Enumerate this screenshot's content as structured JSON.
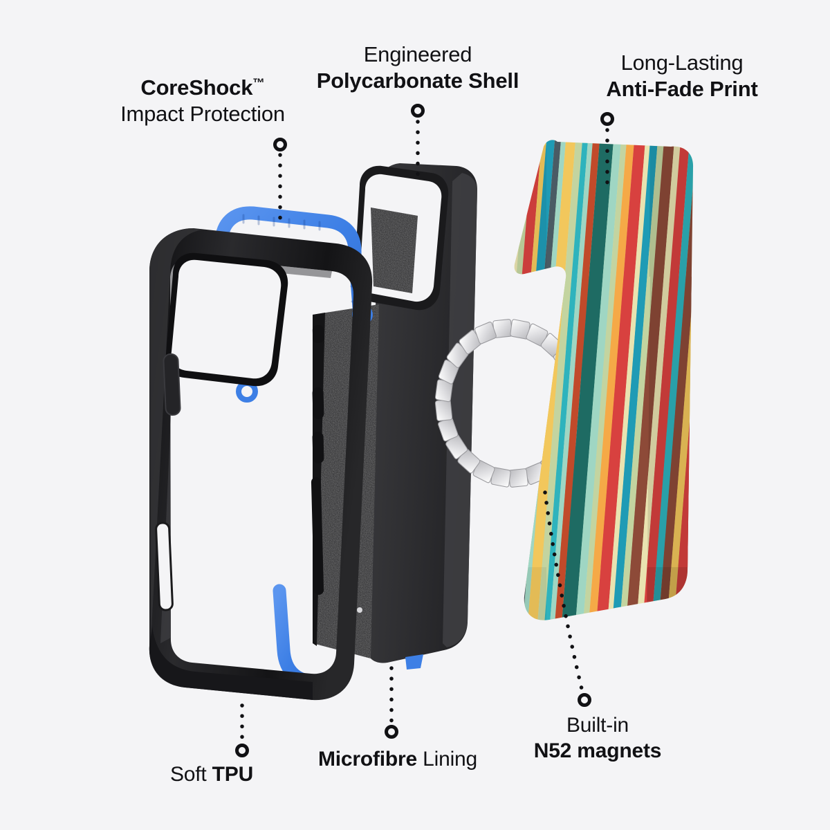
{
  "page": {
    "background_color": "#f4f4f6",
    "text_color": "#111114",
    "type": "product-exploded-view-infographic",
    "product": "phone case"
  },
  "palette": {
    "accent_blue": "#3d7fe5",
    "tpu_black": "#1c1c1e",
    "shell_black": "#2e2e31",
    "microfibre_black": "#262628",
    "magnet_silver": "#e8e8ea"
  },
  "callouts": [
    {
      "id": "coreshock",
      "name": "coreshock-impact-protection",
      "line1": "CoreShock",
      "trademark": "™",
      "line1_weight": "bold",
      "line2": "Impact Protection",
      "line2_weight": "regular",
      "position": "top-left"
    },
    {
      "id": "polycarbonate",
      "name": "engineered-polycarbonate-shell",
      "line1": "Engineered",
      "line1_weight": "regular",
      "line2": "Polycarbonate Shell",
      "line2_weight": "bold",
      "position": "top-center"
    },
    {
      "id": "antifade",
      "name": "long-lasting-anti-fade-print",
      "line1": "Long-Lasting",
      "line1_weight": "regular",
      "line2": "Anti-Fade Print",
      "line2_weight": "bold",
      "position": "top-right"
    },
    {
      "id": "tpu",
      "name": "soft-tpu",
      "line1_reg": "Soft ",
      "line1_bold": "TPU",
      "position": "bottom-left"
    },
    {
      "id": "microfibre",
      "name": "microfibre-lining",
      "line1_bold": "Microfibre",
      "line1_reg": " Lining",
      "position": "bottom-center"
    },
    {
      "id": "magnets",
      "name": "built-in-n52-magnets",
      "line1": "Built-in",
      "line1_weight": "regular",
      "line2": "N52 magnets",
      "line2_weight": "bold",
      "position": "bottom-right"
    }
  ],
  "layers": [
    {
      "id": "tpu-bumper",
      "name": "soft-tpu-bumper-frame",
      "color": "#1c1c1e"
    },
    {
      "id": "coreshock",
      "name": "coreshock-blue-frame",
      "color": "#3d7fe5"
    },
    {
      "id": "poly-shell",
      "name": "polycarbonate-shell",
      "color": "#2e2e31"
    },
    {
      "id": "microfibre",
      "name": "microfibre-lining",
      "color": "#262628"
    },
    {
      "id": "magnet-ring",
      "name": "n52-magnet-ring",
      "color": "#e8e8ea"
    },
    {
      "id": "print-plate",
      "name": "anti-fade-striped-plate",
      "color": "multi"
    }
  ],
  "stripe_colors": [
    "#8d4a38",
    "#e9e3b0",
    "#d8413f",
    "#1f9bb5",
    "#4a5b64",
    "#f2c75c",
    "#c3d4a0",
    "#2eb3bd",
    "#c14a2a",
    "#1e6b63",
    "#9fd6c3",
    "#f5a947",
    "#d8413f",
    "#1f9bb5",
    "#8d4a38",
    "#e9e3b0",
    "#d8413f",
    "#2eb3bd",
    "#4a5b64",
    "#f2c75c",
    "#c3d4a0",
    "#1e6b63",
    "#c14a2a",
    "#9fd6c3",
    "#f5a947",
    "#d8413f",
    "#1f9bb5",
    "#8d4a38"
  ]
}
